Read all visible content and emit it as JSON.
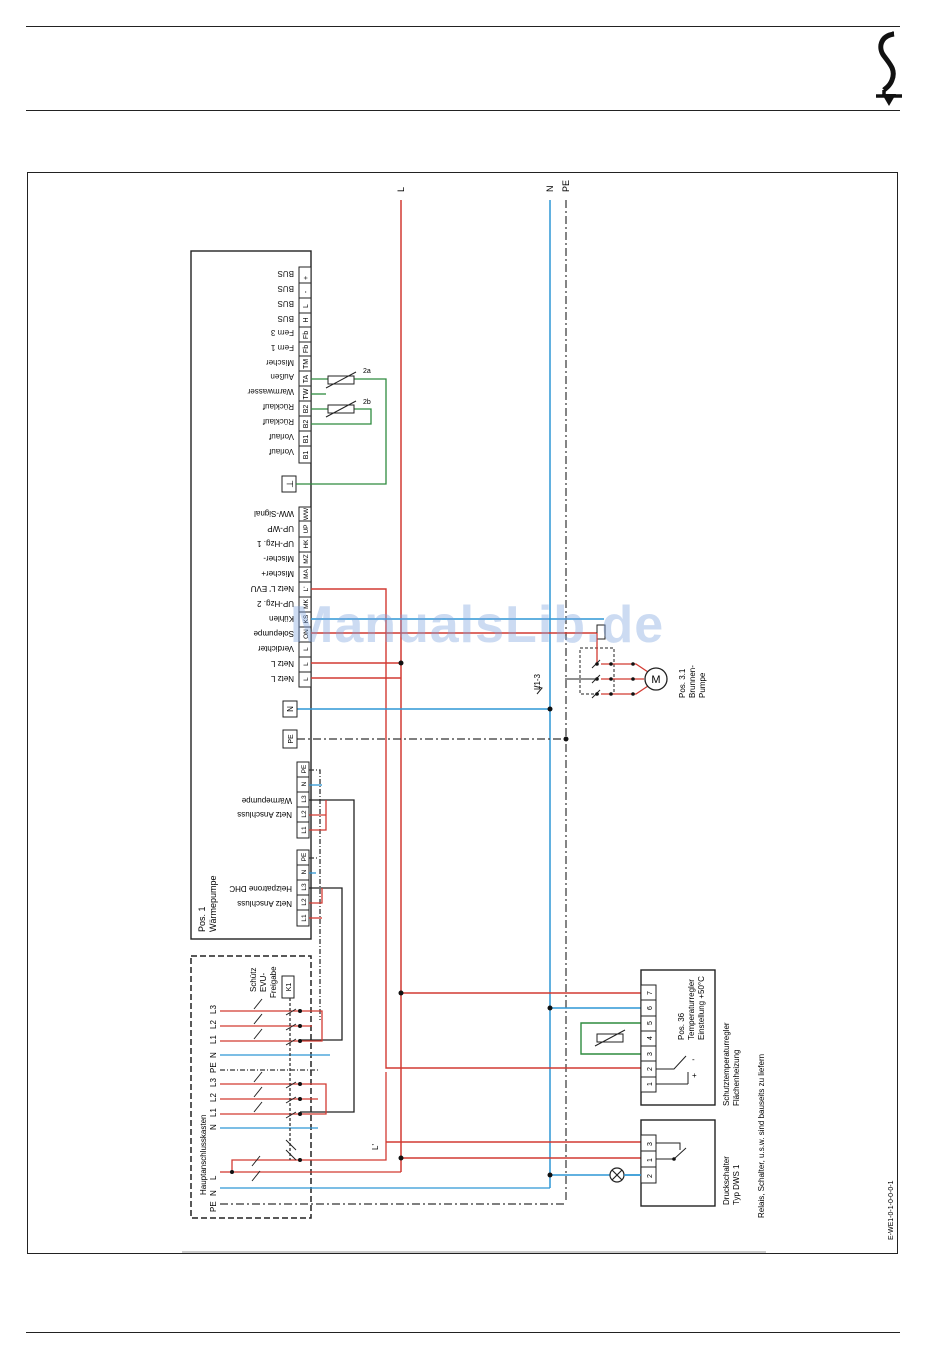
{
  "header": {
    "logo_icon": "stiebel-eltron-s-arrow-logo"
  },
  "colors": {
    "phase": "#d23a32",
    "neutral": "#2f97d5",
    "sensor": "#2e8b3f",
    "black": "#222222",
    "watermark": "#7aa0dc"
  },
  "rails": {
    "l": "L",
    "n": "N",
    "pe": "PE"
  },
  "heatpump": {
    "title": "Pos. 1",
    "subtitle": "Wärmepumpe",
    "terminals": [
      "+",
      "-",
      "L",
      "H",
      "Fb",
      "Fb",
      "TM",
      "TA",
      "TW",
      "B2",
      "B2",
      "B1"
    ],
    "labels": [
      "BUS",
      "BUS",
      "BUS",
      "BUS",
      "Fern 3",
      "Fern 1",
      "Mischer",
      "Außen",
      "Warmwasser",
      "Rücklauf",
      "Rücklauf",
      "Vorlauf",
      "Vorlauf"
    ],
    "ground": "⊥",
    "out_terminals": [
      "WW",
      "UP",
      "HK",
      "MZ",
      "MA",
      "L'",
      "MK",
      "KS",
      "ON",
      "L",
      "L"
    ],
    "out_labels": [
      "WW-Signal",
      "UP-WP",
      "UP-Hzg. 1",
      "Mischer-",
      "Mischer+",
      "Netz L' EVU",
      "UP-Hzg. 2",
      "Kühlen",
      "Solepumpe",
      "Verdichter",
      "Netz L",
      "Netz L"
    ],
    "n_box": "N",
    "pe_box": "PE",
    "group1_terminals": [
      "L1",
      "L2",
      "L3",
      "N",
      "PE"
    ],
    "group1_labels": [
      "Netz Anschluss",
      "Wärmepumpe"
    ],
    "group2_terminals": [
      "L1",
      "L2",
      "L3",
      "N",
      "PE"
    ],
    "group2_labels": [
      "Netz Anschluss",
      "Heizpatrone DHC"
    ]
  },
  "sensors": {
    "a": "2a",
    "b": "2b"
  },
  "brunnen": {
    "pos": "Pos. 3.1",
    "line1": "Brunnen-",
    "line2": "Pumpe",
    "motor": "M",
    "l13": "L1-3"
  },
  "mains": {
    "title": "Hauptanschlusskasten",
    "labels_left": [
      "PE",
      "N",
      "L"
    ],
    "labels_mid": [
      "N",
      "L1",
      "L2",
      "L3",
      "PE"
    ],
    "labels_right": [
      "N",
      "L1",
      "L2",
      "L3"
    ],
    "contactor": [
      "Schütz",
      "EVU-",
      "Freigabe"
    ],
    "k1": "K1",
    "l_prime": "L'"
  },
  "regulator": {
    "pos": "Pos. 36",
    "line1": "Temperaturregler",
    "line2": "Einstellung +50°C",
    "terminals": [
      "1",
      "2",
      "3",
      "4",
      "5",
      "6",
      "7"
    ],
    "minus": "-",
    "plus": "+",
    "cap1": "Schutztemperaturregler",
    "cap2": "Flächenheizung"
  },
  "pressure": {
    "terminals": [
      "2",
      "1",
      "3"
    ],
    "cap1": "Druckschalter",
    "cap2": "Typ DWS 1",
    "note": "Relais, Schalter, u.s.w. sind bauseits zu liefern"
  },
  "doc_id": "E-WE1-0-1-0-0-0-1",
  "watermark": "ManualsLib.de"
}
